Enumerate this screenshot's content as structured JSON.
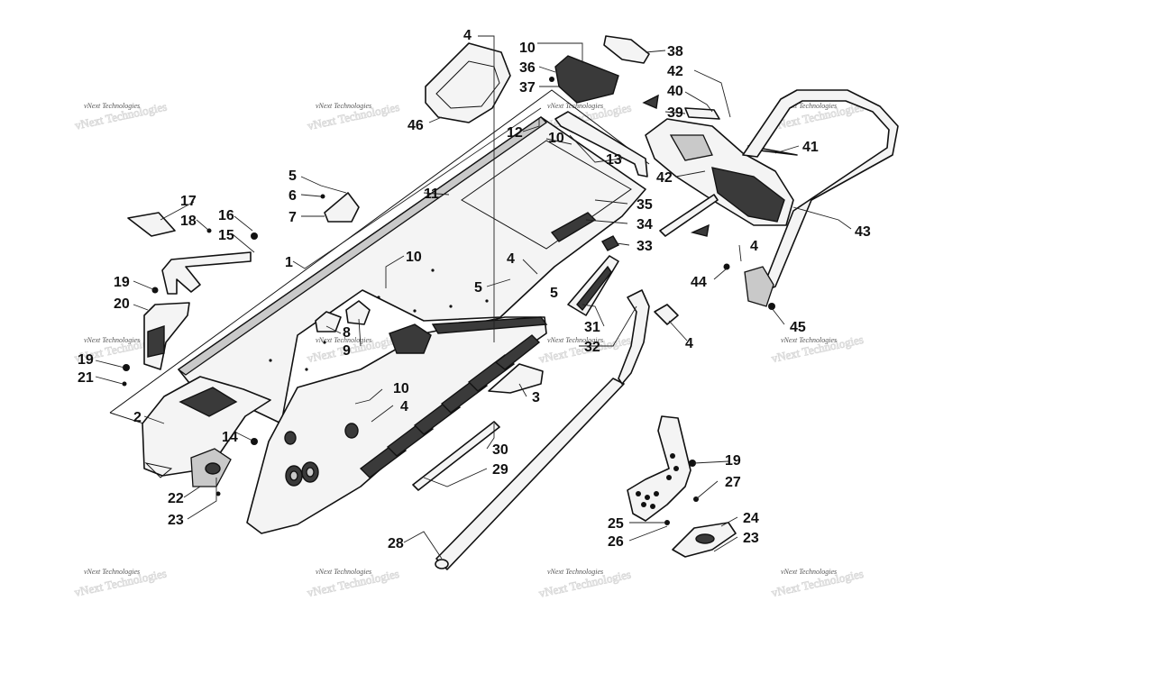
{
  "watermark": "vNext Technologies",
  "callouts": [
    "1",
    "2",
    "3",
    "4",
    "5",
    "6",
    "7",
    "8",
    "9",
    "10",
    "11",
    "12",
    "13",
    "14",
    "15",
    "16",
    "17",
    "18",
    "19",
    "20",
    "21",
    "22",
    "23",
    "24",
    "25",
    "26",
    "27",
    "28",
    "29",
    "30",
    "31",
    "32",
    "33",
    "34",
    "35",
    "36",
    "37",
    "38",
    "39",
    "40",
    "41",
    "42",
    "43",
    "44",
    "45",
    "46"
  ]
}
